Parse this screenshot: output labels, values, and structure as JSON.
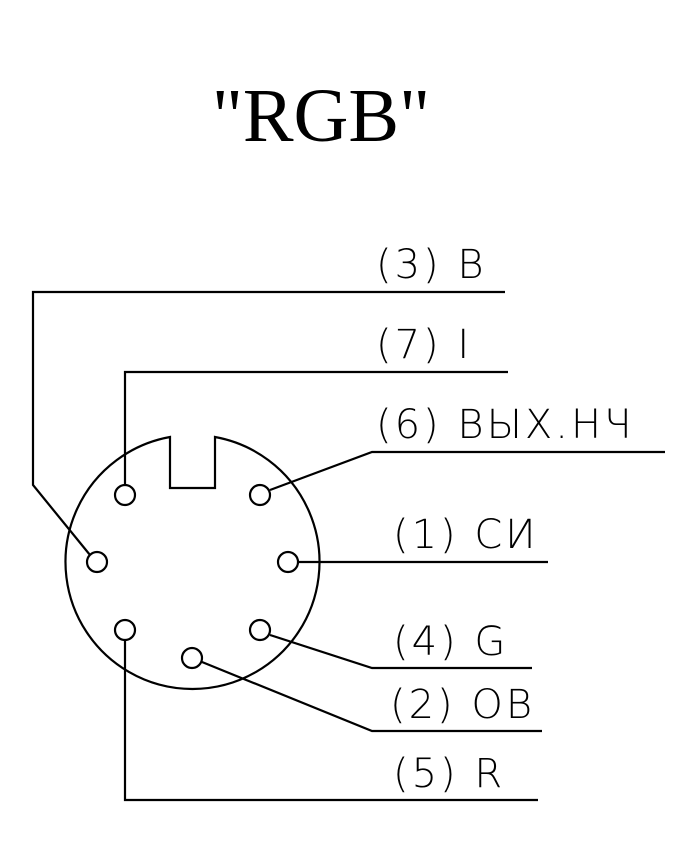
{
  "title": "\"RGB\"",
  "connector": {
    "type": "circular 7-pin",
    "pins": [
      {
        "number": "3",
        "signal": "B",
        "label": "(3) B"
      },
      {
        "number": "7",
        "signal": "I",
        "label": "(7) I"
      },
      {
        "number": "6",
        "signal": "ВЫХ.НЧ",
        "label": "(6) ВЫХ.НЧ"
      },
      {
        "number": "1",
        "signal": "СИ",
        "label": "(1) СИ"
      },
      {
        "number": "4",
        "signal": "G",
        "label": "(4) G"
      },
      {
        "number": "2",
        "signal": "ОВ",
        "label": "(2) ОВ"
      },
      {
        "number": "5",
        "signal": "R",
        "label": "(5) R"
      }
    ]
  },
  "colors": {
    "line": "#000000",
    "background": "#ffffff"
  }
}
